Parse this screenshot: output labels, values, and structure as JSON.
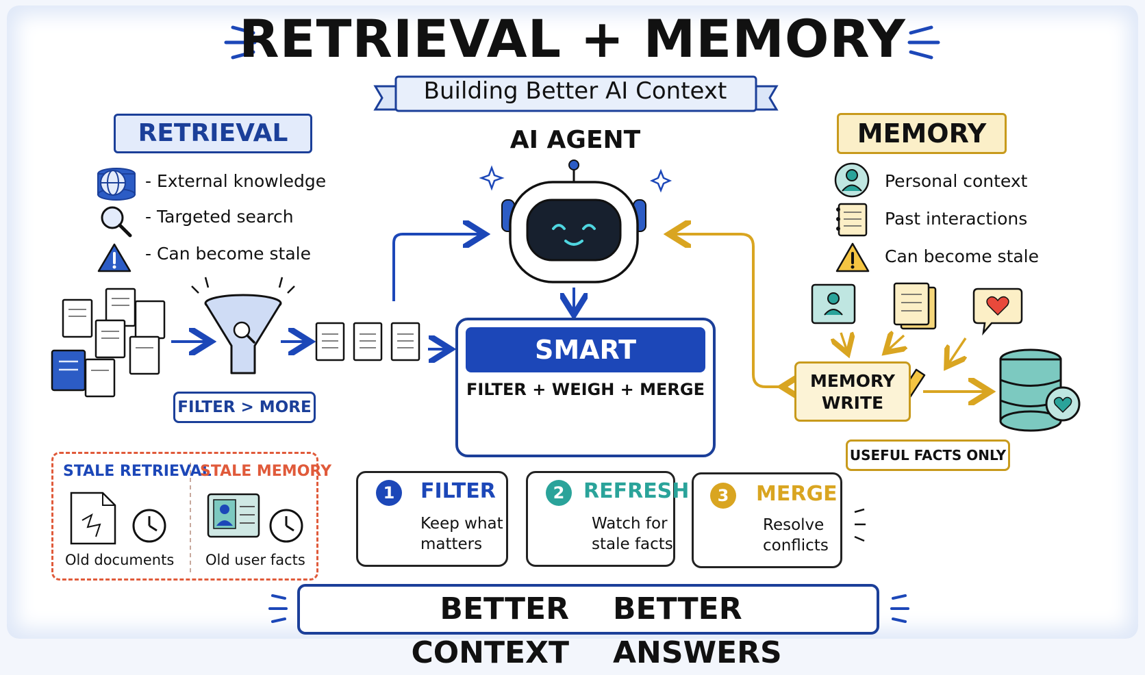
{
  "title": "RETRIEVAL + MEMORY",
  "subtitle": "Building Better AI Context",
  "retrieval": {
    "heading": "RETRIEVAL",
    "items": [
      {
        "icon": "database-globe-icon",
        "text": "- External knowledge"
      },
      {
        "icon": "magnifier-icon",
        "text": "- Targeted search"
      },
      {
        "icon": "warning-icon",
        "text": "- Can become stale"
      }
    ],
    "filter_tag": "FILTER > MORE"
  },
  "memory": {
    "heading": "MEMORY",
    "items": [
      {
        "icon": "user-circle-icon",
        "text": "Personal context"
      },
      {
        "icon": "notebook-icon",
        "text": "Past interactions"
      },
      {
        "icon": "warning-icon",
        "text": "Can become stale"
      }
    ],
    "write_label_1": "MEMORY",
    "write_label_2": "WRITE",
    "useful_tag": "USEFUL FACTS ONLY"
  },
  "agent": {
    "label": "AI AGENT"
  },
  "smart_context": {
    "title": "SMART CONTEXT",
    "subtitle": "FILTER + WEIGH + MERGE"
  },
  "stale": {
    "retrieval_title": "STALE RETRIEVAL",
    "memory_title": "STALE MEMORY",
    "retrieval_caption": "Old documents",
    "memory_caption": "Old user facts"
  },
  "steps": [
    {
      "number": "1",
      "title": "FILTER",
      "line1": "Keep what",
      "line2": "matters"
    },
    {
      "number": "2",
      "title": "REFRESH",
      "line1": "Watch for",
      "line2": "stale facts"
    },
    {
      "number": "3",
      "title": "MERGE",
      "line1": "Resolve",
      "line2": "conflicts"
    }
  ],
  "bottom": {
    "left": "BETTER CONTEXT",
    "right": "BETTER ANSWERS"
  },
  "colors": {
    "blue": "#1b3f99",
    "bright_blue": "#1c47b8",
    "gold": "#d9a521",
    "teal": "#2aa39a",
    "red": "#e05a3a"
  }
}
